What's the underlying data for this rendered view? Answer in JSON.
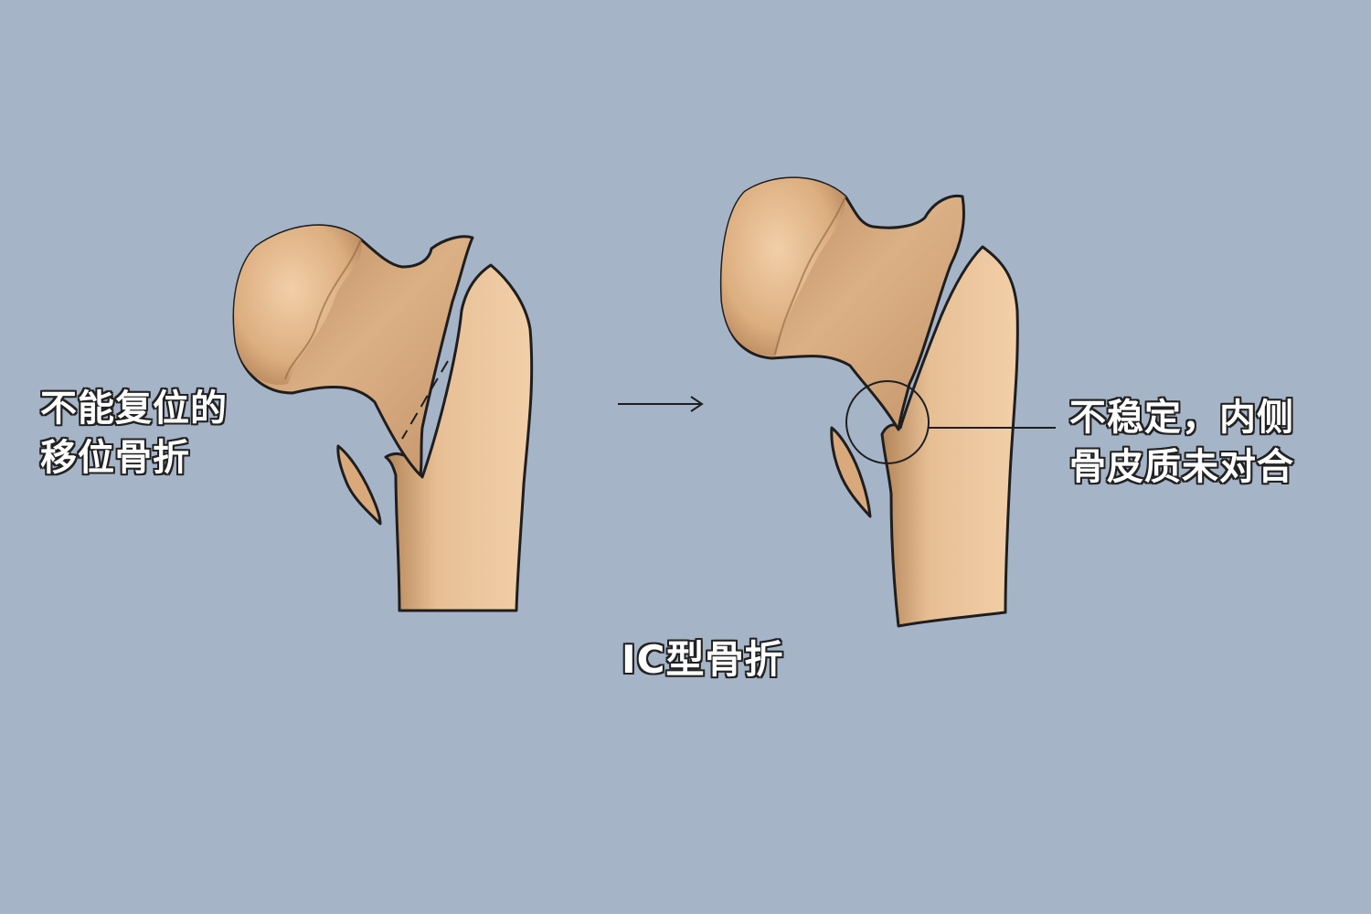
{
  "labels": {
    "left_line1": "不能复位的",
    "left_line2": "移位骨折",
    "right_line1": "不稳定，内侧",
    "right_line2": "骨皮质未对合",
    "caption": "ⅠC型骨折"
  },
  "colors": {
    "background": "#a6b4c8",
    "bone_fill": "#efc9a1",
    "bone_shade": "#b9875a",
    "outline": "#1e1e1e",
    "text": "#ffffff"
  }
}
